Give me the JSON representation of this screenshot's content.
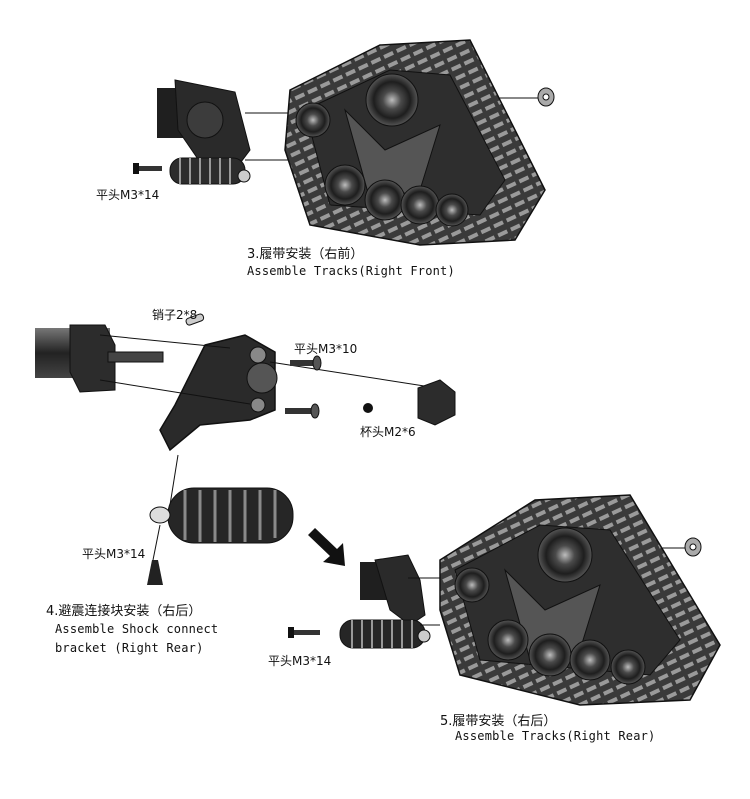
{
  "steps": [
    {
      "cn": "3.履带安装（右前）",
      "en": "Assemble Tracks(Right Front)"
    },
    {
      "cn": "4.避震连接块安装（右后）",
      "en_line1": "Assemble Shock connect",
      "en_line2": "bracket (Right Rear)"
    },
    {
      "cn": "5.履带安装（右后）",
      "en": "Assemble Tracks(Right Rear)"
    }
  ],
  "parts": {
    "screw_m3x14_a": "平头M3*14",
    "pin_2x8": "销子2*8",
    "screw_m3x10": "平头M3*10",
    "screw_m2x6": "杯头M2*6",
    "screw_m3x14_b": "平头M3*14",
    "screw_m3x14_c": "平头M3*14"
  },
  "colors": {
    "part": "#2b2b2b",
    "part_light": "#5a5a5a",
    "line": "#111111"
  }
}
